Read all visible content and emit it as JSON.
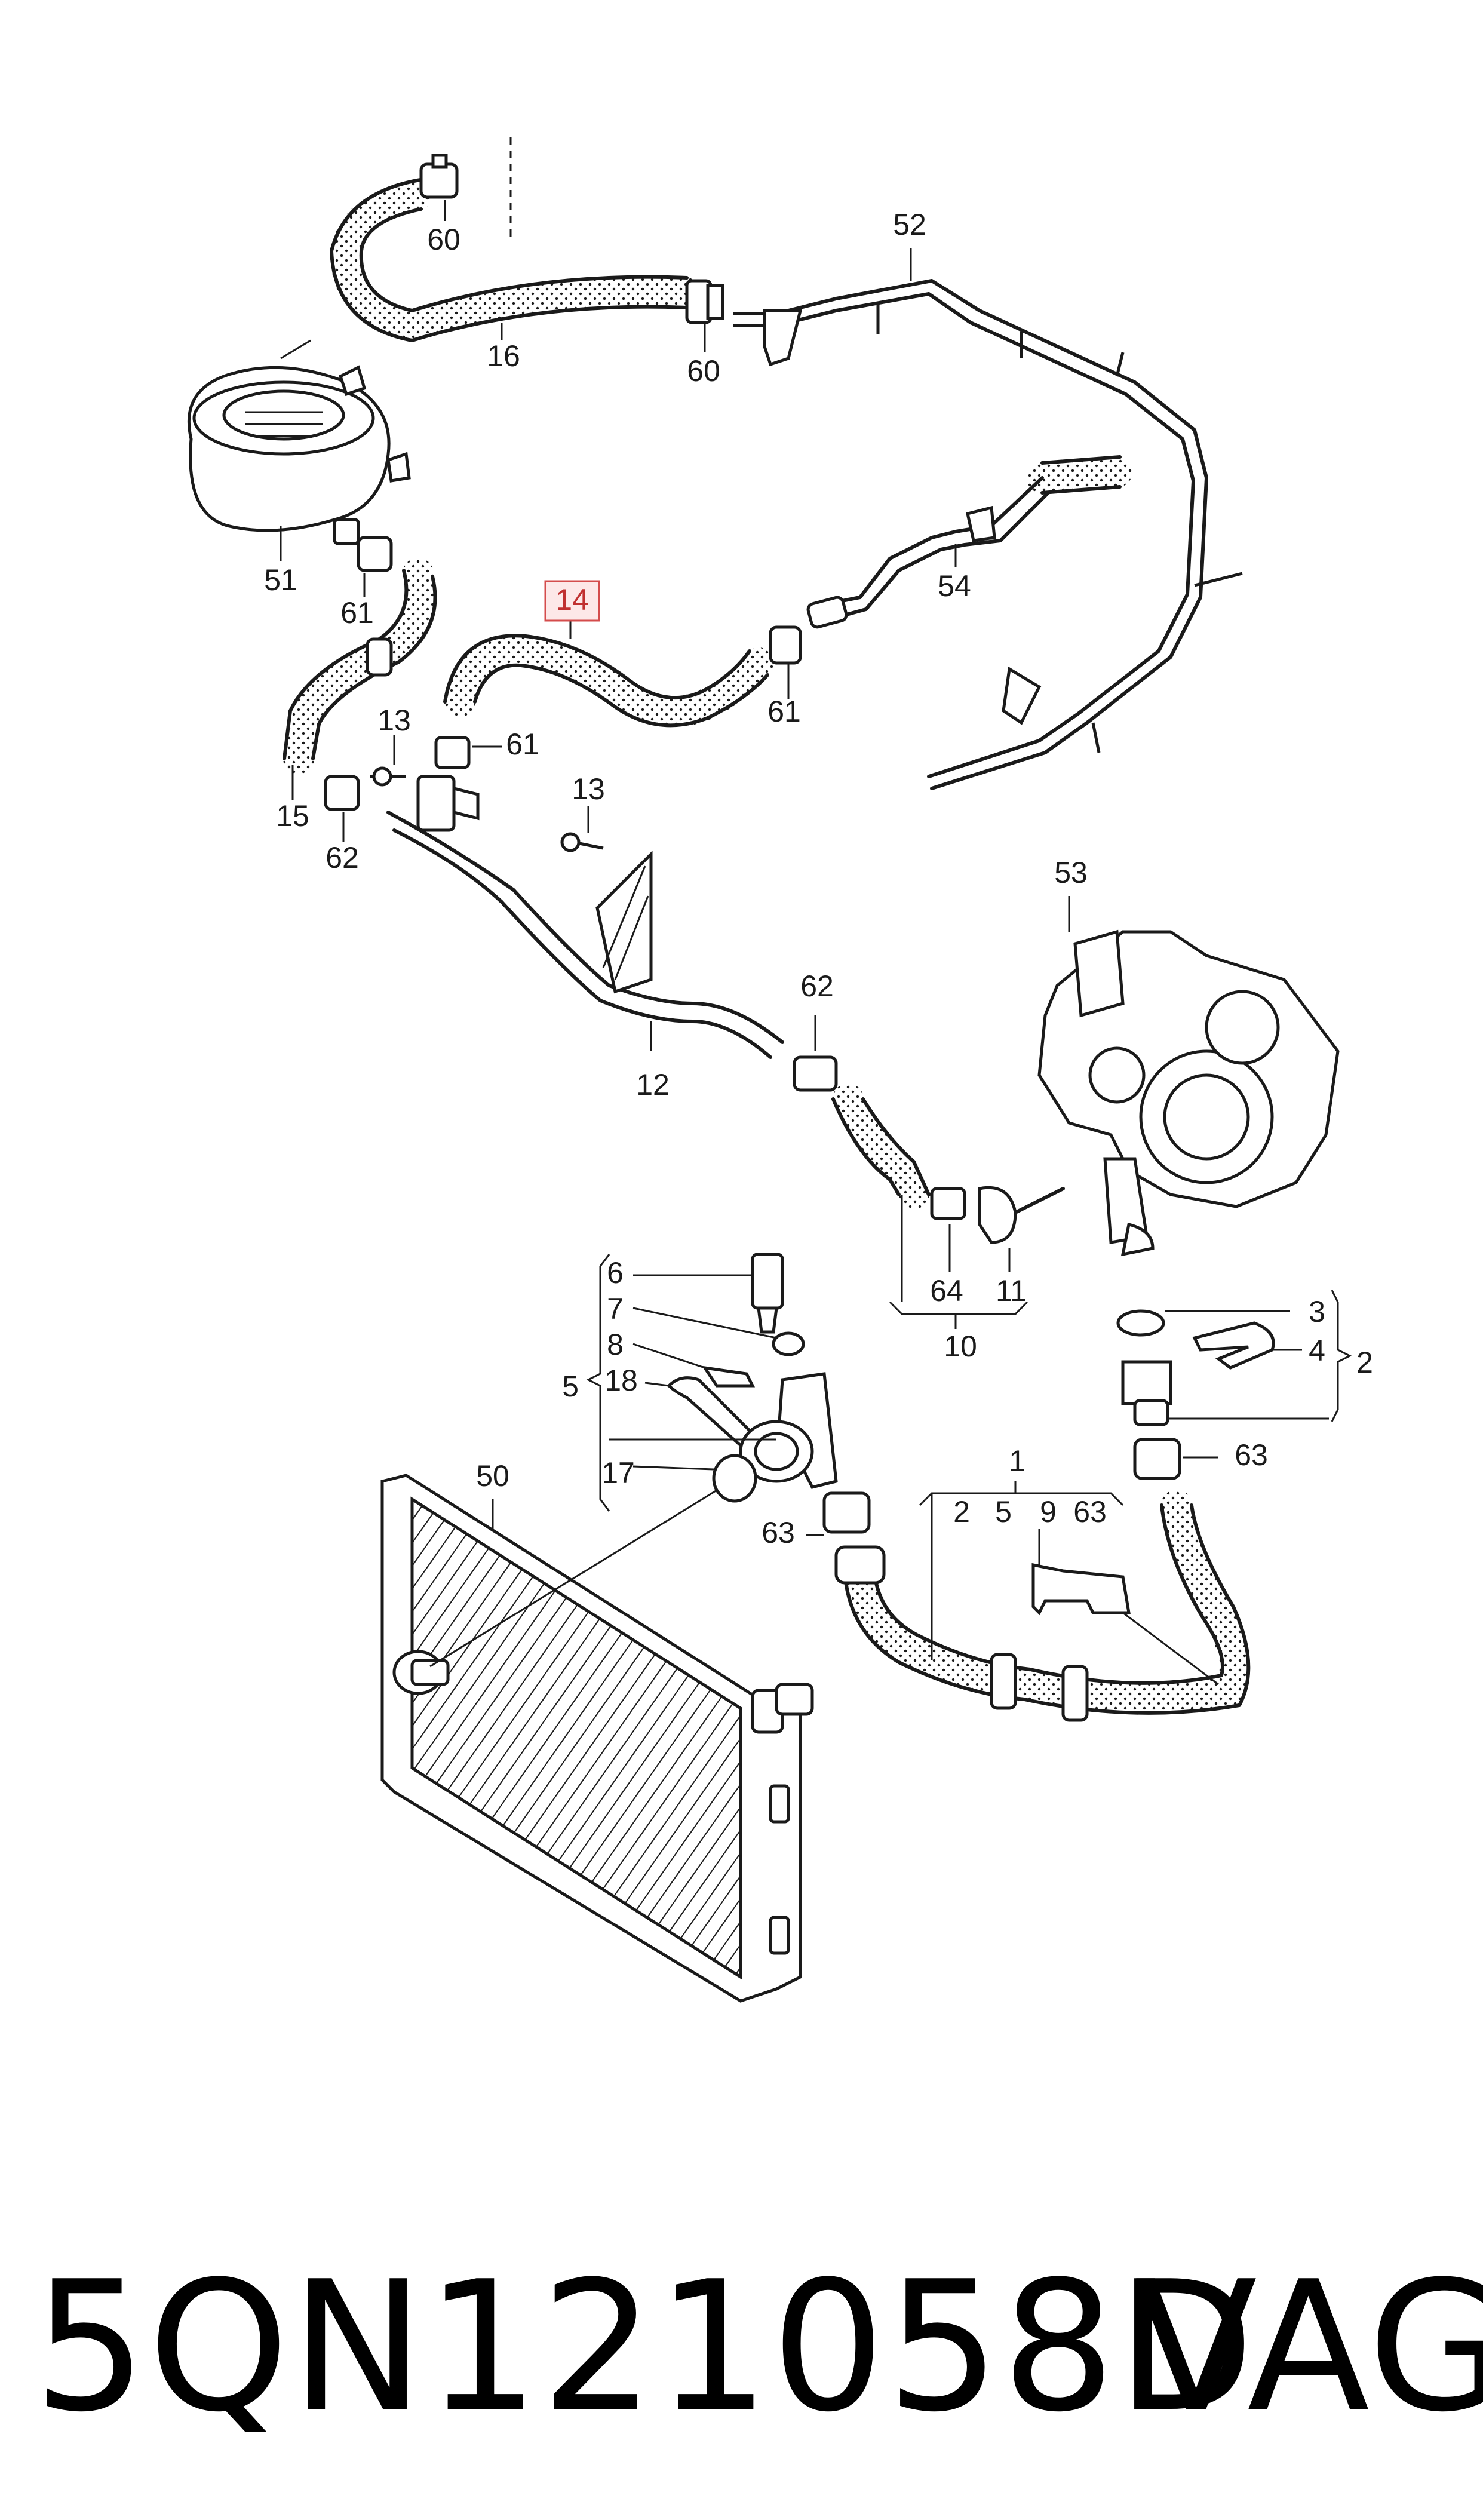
{
  "callouts": {
    "c60a": "60",
    "c16": "16",
    "c60b": "60",
    "c52": "52",
    "c51": "51",
    "c61a": "61",
    "c14": "14",
    "c54": "54",
    "c61b": "61",
    "c13a": "13",
    "c61c": "61",
    "c15": "15",
    "c62a": "62",
    "c13b": "13",
    "c53": "53",
    "c12": "12",
    "c62b": "62",
    "c64": "64",
    "c11": "11",
    "c10": "10",
    "c6": "6",
    "c7": "7",
    "c8": "8",
    "c5": "5",
    "c18": "18",
    "c17": "17",
    "c3": "3",
    "c4": "4",
    "c2": "2",
    "c63a": "63",
    "c50": "50",
    "c1": "1",
    "g2": "2",
    "g5": "5",
    "g9": "9",
    "g63": "63",
    "c63b": "63"
  },
  "caption": {
    "part_number": "5QN121058D",
    "brand": "VAG"
  },
  "colors": {
    "line": "#1a1a1a",
    "highlight_fill": "#fde8e8",
    "highlight_stroke": "#d44c4c",
    "highlight_text": "#c03030"
  }
}
